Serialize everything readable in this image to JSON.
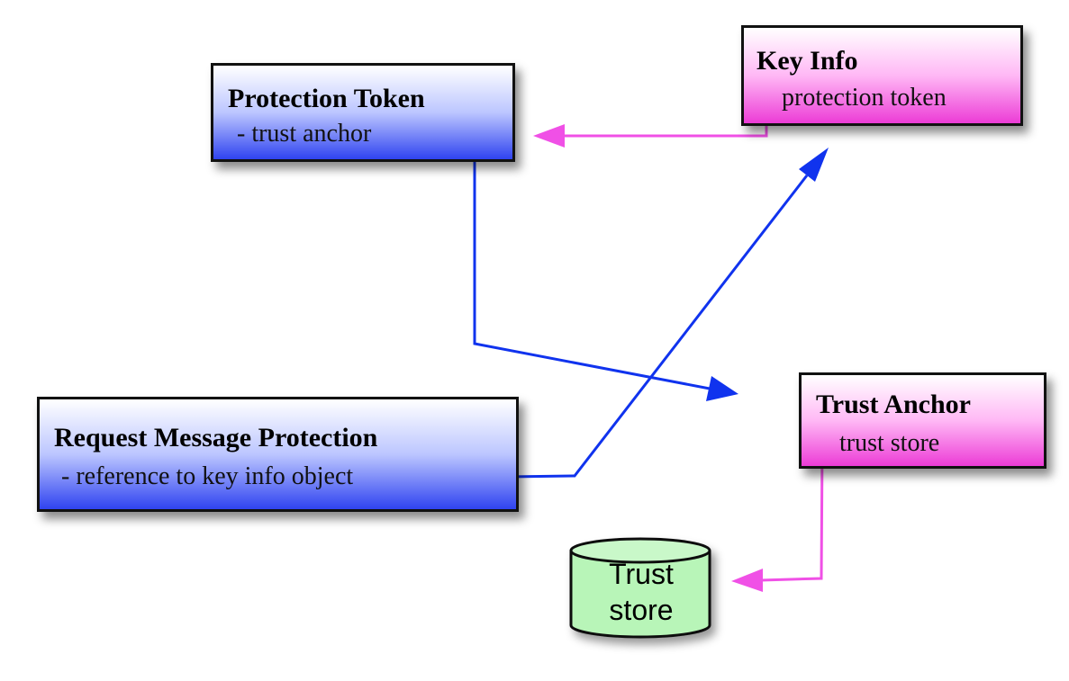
{
  "nodes": {
    "protection_token": {
      "title": "Protection Token",
      "subtitle": "- trust anchor"
    },
    "key_info": {
      "title": "Key Info",
      "subtitle": "protection token"
    },
    "request_message_protection": {
      "title": "Request Message Protection",
      "subtitle": "- reference to key info object"
    },
    "trust_anchor": {
      "title": "Trust Anchor",
      "subtitle": "trust store"
    },
    "trust_store": {
      "line1": "Trust",
      "line2": "store"
    }
  },
  "colors": {
    "blue_link": "#1033ee",
    "pink_link": "#f050e6",
    "cylinder_fill": "#b8f5b8"
  }
}
